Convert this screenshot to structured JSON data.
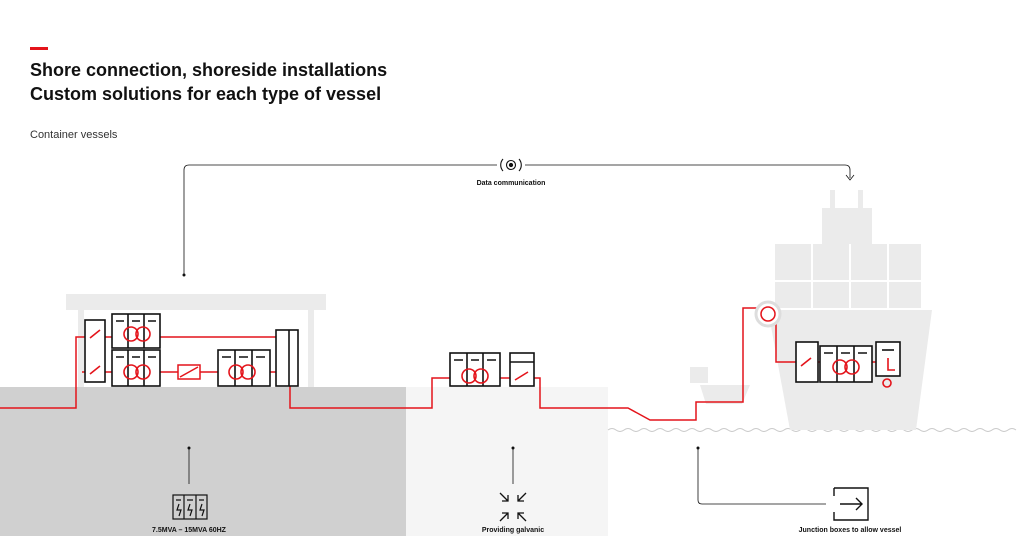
{
  "header": {
    "title": "Shore connection, shoreside installations",
    "subtitle": "Custom solutions for each type of vessel",
    "vessel_type": "Container vessels"
  },
  "labels": {
    "data_communication": "Data communication",
    "power_rating": "7.5MVA – 15MVA 60HZ",
    "galvanic": "Providing galvanic",
    "junction": "Junction boxes to allow vessel"
  },
  "colors": {
    "accent": "#e4141b",
    "line": "#111111",
    "land": "#d0d0d0",
    "land_light": "#f5f5f5",
    "building": "#ebebeb"
  },
  "icons": [
    "wireless-signal-icon",
    "power-converter-icon",
    "compress-arrows-icon",
    "exit-arrow-icon"
  ]
}
